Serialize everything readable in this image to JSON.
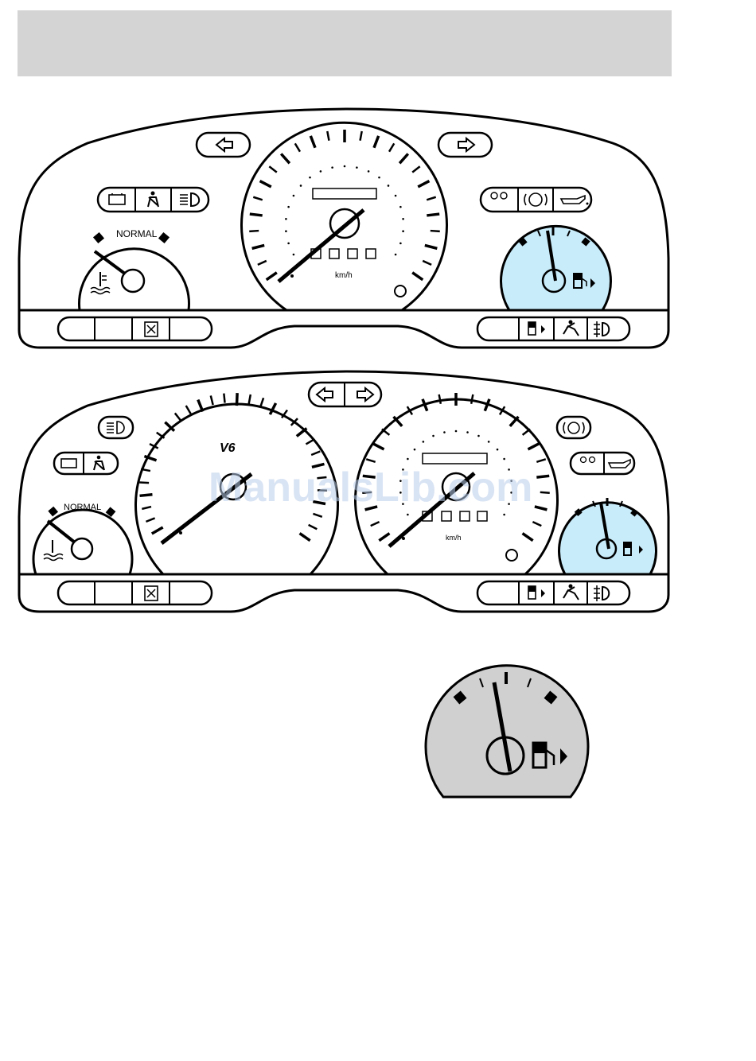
{
  "cluster1": {
    "speed_unit": "km/h",
    "temp_label": "NORMAL",
    "warning_lights_left": [
      "battery-icon",
      "seatbelt-icon",
      "headlamp-icon"
    ],
    "warning_lights_right": [
      "parking-brake-icon",
      "abs-icon",
      "oil-pressure-icon"
    ],
    "bottom_right_lights": [
      "low-fuel-icon",
      "airbag-icon",
      "fog-lamp-icon"
    ],
    "bottom_left_lights": [
      "fuel-cap-icon"
    ],
    "fuel_gauge_highlight": "#c8ecfa"
  },
  "cluster2": {
    "speed_unit": "km/h",
    "temp_label": "NORMAL",
    "engine_badge": "V6",
    "fuel_gauge_highlight": "#c8ecfa"
  },
  "fuel_detail": {
    "background": "#d0d0d0"
  },
  "watermark": "ManualsLib.com"
}
